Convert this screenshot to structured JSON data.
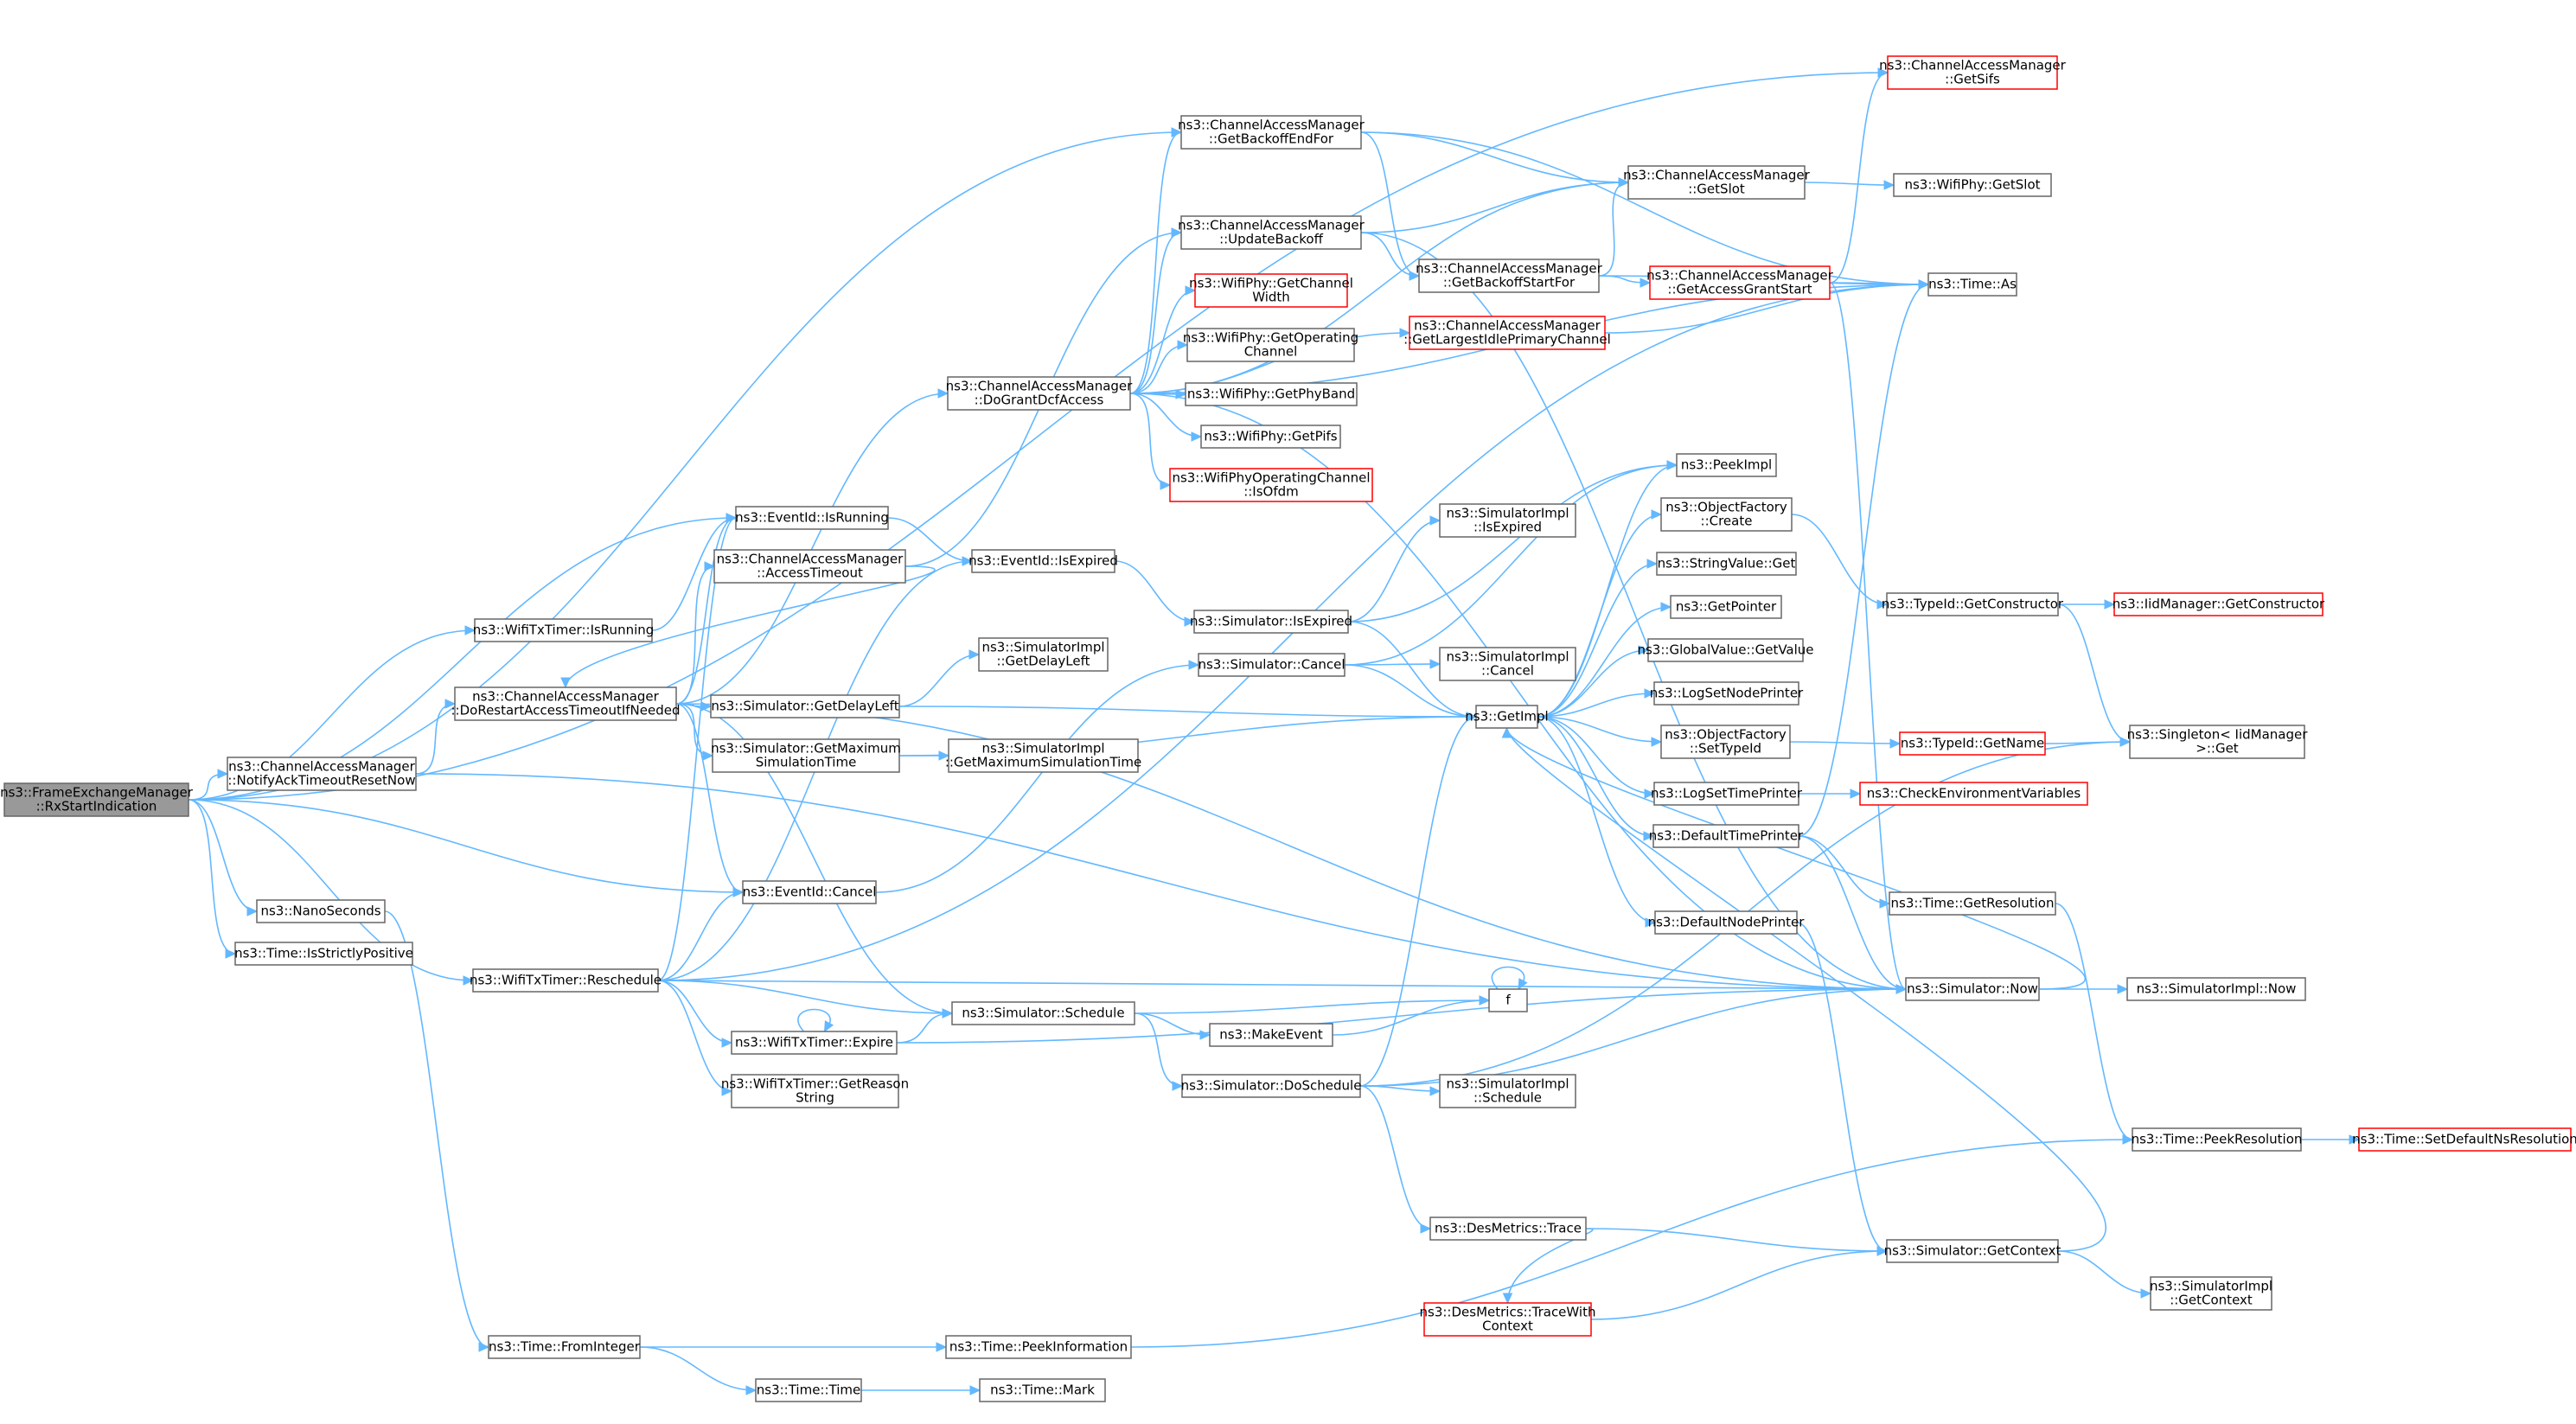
{
  "colors": {
    "edge": "#63b8ff",
    "border": "#666666",
    "truncated_border": "#ff0000",
    "highlight_fill": "#999999"
  },
  "graph": {
    "nodes": [
      {
        "id": "rx",
        "lines": [
          "ns3::FrameExchangeManager",
          "::RxStartIndication"
        ],
        "highlight": true
      },
      {
        "id": "notify",
        "lines": [
          "ns3::ChannelAccessManager",
          "::NotifyAckTimeoutResetNow"
        ]
      },
      {
        "id": "wtIsRunning",
        "lines": [
          "ns3::WifiTxTimer::IsRunning"
        ]
      },
      {
        "id": "nano",
        "lines": [
          "ns3::NanoSeconds"
        ]
      },
      {
        "id": "strictPos",
        "lines": [
          "ns3::Time::IsStrictlyPositive"
        ]
      },
      {
        "id": "doRestart",
        "lines": [
          "ns3::ChannelAccessManager",
          "::DoRestartAccessTimeoutIfNeeded"
        ]
      },
      {
        "id": "reschedule",
        "lines": [
          "ns3::WifiTxTimer::Reschedule"
        ]
      },
      {
        "id": "fromInt",
        "lines": [
          "ns3::Time::FromInteger"
        ]
      },
      {
        "id": "eidRunning",
        "lines": [
          "ns3::EventId::IsRunning"
        ]
      },
      {
        "id": "accessTimeout",
        "lines": [
          "ns3::ChannelAccessManager",
          "::AccessTimeout"
        ]
      },
      {
        "id": "getDelayLeft",
        "lines": [
          "ns3::Simulator::GetDelayLeft"
        ]
      },
      {
        "id": "getMaxSim",
        "lines": [
          "ns3::Simulator::GetMaximum",
          "SimulationTime"
        ]
      },
      {
        "id": "eidCancel",
        "lines": [
          "ns3::EventId::Cancel"
        ]
      },
      {
        "id": "wtExpire",
        "lines": [
          "ns3::WifiTxTimer::Expire"
        ]
      },
      {
        "id": "getReason",
        "lines": [
          "ns3::WifiTxTimer::GetReason",
          "String"
        ]
      },
      {
        "id": "doGrant",
        "lines": [
          "ns3::ChannelAccessManager",
          "::DoGrantDcfAccess"
        ]
      },
      {
        "id": "eidExpired",
        "lines": [
          "ns3::EventId::IsExpired"
        ]
      },
      {
        "id": "implDelayLeft",
        "lines": [
          "ns3::SimulatorImpl",
          "::GetDelayLeft"
        ]
      },
      {
        "id": "implMaxSim",
        "lines": [
          "ns3::SimulatorImpl",
          "::GetMaximumSimulationTime"
        ]
      },
      {
        "id": "schedule",
        "lines": [
          "ns3::Simulator::Schedule"
        ]
      },
      {
        "id": "peekInfo",
        "lines": [
          "ns3::Time::PeekInformation"
        ]
      },
      {
        "id": "timeTime",
        "lines": [
          "ns3::Time::Time"
        ]
      },
      {
        "id": "timeMark",
        "lines": [
          "ns3::Time::Mark"
        ]
      },
      {
        "id": "getBackoffEnd",
        "lines": [
          "ns3::ChannelAccessManager",
          "::GetBackoffEndFor"
        ]
      },
      {
        "id": "updateBackoff",
        "lines": [
          "ns3::ChannelAccessManager",
          "::UpdateBackoff"
        ]
      },
      {
        "id": "getChWidth",
        "lines": [
          "ns3::WifiPhy::GetChannel",
          "Width"
        ],
        "truncated": true
      },
      {
        "id": "getOpCh",
        "lines": [
          "ns3::WifiPhy::GetOperating",
          "Channel"
        ]
      },
      {
        "id": "getPhyBand",
        "lines": [
          "ns3::WifiPhy::GetPhyBand"
        ]
      },
      {
        "id": "getPifs",
        "lines": [
          "ns3::WifiPhy::GetPifs"
        ]
      },
      {
        "id": "isOfdm",
        "lines": [
          "ns3::WifiPhyOperatingChannel",
          "::IsOfdm"
        ],
        "truncated": true
      },
      {
        "id": "simIsExpired",
        "lines": [
          "ns3::Simulator::IsExpired"
        ]
      },
      {
        "id": "simCancel",
        "lines": [
          "ns3::Simulator::Cancel"
        ]
      },
      {
        "id": "makeEvent",
        "lines": [
          "ns3::MakeEvent"
        ]
      },
      {
        "id": "doSchedule",
        "lines": [
          "ns3::Simulator::DoSchedule"
        ]
      },
      {
        "id": "trace",
        "lines": [
          "ns3::DesMetrics::Trace"
        ]
      },
      {
        "id": "backoffStart",
        "lines": [
          "ns3::ChannelAccessManager",
          "::GetBackoffStartFor"
        ]
      },
      {
        "id": "largestIdle",
        "lines": [
          "ns3::ChannelAccessManager",
          "::GetLargestIdlePrimaryChannel"
        ],
        "truncated": true
      },
      {
        "id": "implIsExpired",
        "lines": [
          "ns3::SimulatorImpl",
          "::IsExpired"
        ]
      },
      {
        "id": "implCancel",
        "lines": [
          "ns3::SimulatorImpl",
          "::Cancel"
        ]
      },
      {
        "id": "getImpl",
        "lines": [
          "ns3::GetImpl"
        ]
      },
      {
        "id": "f",
        "lines": [
          "f"
        ]
      },
      {
        "id": "implSchedule",
        "lines": [
          "ns3::SimulatorImpl",
          "::Schedule"
        ]
      },
      {
        "id": "traceWith",
        "lines": [
          "ns3::DesMetrics::TraceWith",
          "Context"
        ],
        "truncated": true
      },
      {
        "id": "getSlot",
        "lines": [
          "ns3::ChannelAccessManager",
          "::GetSlot"
        ]
      },
      {
        "id": "accessGrant",
        "lines": [
          "ns3::ChannelAccessManager",
          "::GetAccessGrantStart"
        ],
        "truncated": true
      },
      {
        "id": "peekImpl",
        "lines": [
          "ns3::PeekImpl"
        ]
      },
      {
        "id": "objCreate",
        "lines": [
          "ns3::ObjectFactory",
          "::Create"
        ]
      },
      {
        "id": "strValGet",
        "lines": [
          "ns3::StringValue::Get"
        ]
      },
      {
        "id": "getPointer",
        "lines": [
          "ns3::GetPointer"
        ]
      },
      {
        "id": "globalGet",
        "lines": [
          "ns3::GlobalValue::GetValue"
        ]
      },
      {
        "id": "logNode",
        "lines": [
          "ns3::LogSetNodePrinter"
        ]
      },
      {
        "id": "objSetType",
        "lines": [
          "ns3::ObjectFactory",
          "::SetTypeId"
        ]
      },
      {
        "id": "logTime",
        "lines": [
          "ns3::LogSetTimePrinter"
        ]
      },
      {
        "id": "defTime",
        "lines": [
          "ns3::DefaultTimePrinter"
        ]
      },
      {
        "id": "defNode",
        "lines": [
          "ns3::DefaultNodePrinter"
        ]
      },
      {
        "id": "getSifs",
        "lines": [
          "ns3::ChannelAccessManager",
          "::GetSifs"
        ],
        "truncated": true
      },
      {
        "id": "phyGetSlot",
        "lines": [
          "ns3::WifiPhy::GetSlot"
        ]
      },
      {
        "id": "timeAs",
        "lines": [
          "ns3::Time::As"
        ]
      },
      {
        "id": "getCtor",
        "lines": [
          "ns3::TypeId::GetConstructor"
        ]
      },
      {
        "id": "typeGetName",
        "lines": [
          "ns3::TypeId::GetName"
        ],
        "truncated": true
      },
      {
        "id": "checkEnv",
        "lines": [
          "ns3::CheckEnvironmentVariables"
        ],
        "truncated": true
      },
      {
        "id": "getRes",
        "lines": [
          "ns3::Time::GetResolution"
        ]
      },
      {
        "id": "simNow",
        "lines": [
          "ns3::Simulator::Now"
        ]
      },
      {
        "id": "simGetCtx",
        "lines": [
          "ns3::Simulator::GetContext"
        ]
      },
      {
        "id": "iidGetCtor",
        "lines": [
          "ns3::IidManager::GetConstructor"
        ],
        "truncated": true
      },
      {
        "id": "singletonGet",
        "lines": [
          "ns3::Singleton< IidManager",
          ">::Get"
        ]
      },
      {
        "id": "implNow",
        "lines": [
          "ns3::SimulatorImpl::Now"
        ]
      },
      {
        "id": "peekRes",
        "lines": [
          "ns3::Time::PeekResolution"
        ]
      },
      {
        "id": "setDefNs",
        "lines": [
          "ns3::Time::SetDefaultNsResolution"
        ],
        "truncated": true
      },
      {
        "id": "implGetCtx",
        "lines": [
          "ns3::SimulatorImpl",
          "::GetContext"
        ]
      }
    ],
    "edges": [
      [
        "rx",
        "notify"
      ],
      [
        "rx",
        "wtIsRunning"
      ],
      [
        "rx",
        "nano"
      ],
      [
        "rx",
        "strictPos"
      ],
      [
        "rx",
        "reschedule"
      ],
      [
        "rx",
        "eidRunning"
      ],
      [
        "rx",
        "eidCancel"
      ],
      [
        "rx",
        "getSifs"
      ],
      [
        "rx",
        "getBackoffEnd"
      ],
      [
        "notify",
        "doRestart"
      ],
      [
        "notify",
        "simNow"
      ],
      [
        "wtIsRunning",
        "eidRunning"
      ],
      [
        "nano",
        "fromInt"
      ],
      [
        "doRestart",
        "eidRunning"
      ],
      [
        "doRestart",
        "accessTimeout"
      ],
      [
        "doRestart",
        "getDelayLeft"
      ],
      [
        "doRestart",
        "getMaxSim"
      ],
      [
        "doRestart",
        "eidCancel"
      ],
      [
        "doRestart",
        "schedule"
      ],
      [
        "doRestart",
        "simNow"
      ],
      [
        "doRestart",
        "doGrant"
      ],
      [
        "reschedule",
        "eidRunning"
      ],
      [
        "reschedule",
        "eidExpired"
      ],
      [
        "reschedule",
        "eidCancel"
      ],
      [
        "reschedule",
        "wtExpire"
      ],
      [
        "reschedule",
        "getReason"
      ],
      [
        "reschedule",
        "schedule"
      ],
      [
        "reschedule",
        "simNow"
      ],
      [
        "reschedule",
        "timeAs"
      ],
      [
        "fromInt",
        "peekInfo"
      ],
      [
        "fromInt",
        "timeTime"
      ],
      [
        "eidRunning",
        "eidExpired"
      ],
      [
        "accessTimeout",
        "doRestart"
      ],
      [
        "accessTimeout",
        "updateBackoff"
      ],
      [
        "getDelayLeft",
        "implDelayLeft"
      ],
      [
        "getDelayLeft",
        "getImpl"
      ],
      [
        "getMaxSim",
        "implMaxSim"
      ],
      [
        "getMaxSim",
        "getImpl"
      ],
      [
        "eidCancel",
        "simCancel"
      ],
      [
        "wtExpire",
        "wtExpire"
      ],
      [
        "wtExpire",
        "schedule"
      ],
      [
        "wtExpire",
        "simNow"
      ],
      [
        "doGrant",
        "getBackoffEnd"
      ],
      [
        "doGrant",
        "updateBackoff"
      ],
      [
        "doGrant",
        "getChWidth"
      ],
      [
        "doGrant",
        "getOpCh"
      ],
      [
        "doGrant",
        "getPhyBand"
      ],
      [
        "doGrant",
        "getPifs"
      ],
      [
        "doGrant",
        "isOfdm"
      ],
      [
        "doGrant",
        "largestIdle"
      ],
      [
        "doGrant",
        "getSlot"
      ],
      [
        "doGrant",
        "simNow"
      ],
      [
        "doGrant",
        "timeAs"
      ],
      [
        "eidExpired",
        "simIsExpired"
      ],
      [
        "schedule",
        "makeEvent"
      ],
      [
        "schedule",
        "doSchedule"
      ],
      [
        "schedule",
        "f"
      ],
      [
        "peekInfo",
        "peekRes"
      ],
      [
        "timeTime",
        "timeMark"
      ],
      [
        "getBackoffEnd",
        "backoffStart"
      ],
      [
        "getBackoffEnd",
        "getSlot"
      ],
      [
        "getBackoffEnd",
        "timeAs"
      ],
      [
        "updateBackoff",
        "backoffStart"
      ],
      [
        "updateBackoff",
        "getSlot"
      ],
      [
        "updateBackoff",
        "simNow"
      ],
      [
        "simIsExpired",
        "implIsExpired"
      ],
      [
        "simIsExpired",
        "getImpl"
      ],
      [
        "simIsExpired",
        "peekImpl"
      ],
      [
        "simCancel",
        "implCancel"
      ],
      [
        "simCancel",
        "getImpl"
      ],
      [
        "simCancel",
        "peekImpl"
      ],
      [
        "makeEvent",
        "f"
      ],
      [
        "doSchedule",
        "implSchedule"
      ],
      [
        "doSchedule",
        "getImpl"
      ],
      [
        "doSchedule",
        "trace"
      ],
      [
        "doSchedule",
        "simNow"
      ],
      [
        "doSchedule",
        "singletonGet"
      ],
      [
        "trace",
        "traceWith"
      ],
      [
        "trace",
        "simGetCtx"
      ],
      [
        "backoffStart",
        "getSlot"
      ],
      [
        "backoffStart",
        "accessGrant"
      ],
      [
        "backoffStart",
        "timeAs"
      ],
      [
        "largestIdle",
        "timeAs"
      ],
      [
        "getImpl",
        "peekImpl"
      ],
      [
        "getImpl",
        "objCreate"
      ],
      [
        "getImpl",
        "strValGet"
      ],
      [
        "getImpl",
        "getPointer"
      ],
      [
        "getImpl",
        "globalGet"
      ],
      [
        "getImpl",
        "logNode"
      ],
      [
        "getImpl",
        "objSetType"
      ],
      [
        "getImpl",
        "logTime"
      ],
      [
        "getImpl",
        "defTime"
      ],
      [
        "getImpl",
        "defNode"
      ],
      [
        "f",
        "f"
      ],
      [
        "traceWith",
        "simGetCtx"
      ],
      [
        "getSlot",
        "phyGetSlot"
      ],
      [
        "accessGrant",
        "getSifs"
      ],
      [
        "accessGrant",
        "timeAs"
      ],
      [
        "accessGrant",
        "simNow"
      ],
      [
        "objCreate",
        "getCtor"
      ],
      [
        "objSetType",
        "typeGetName"
      ],
      [
        "logTime",
        "checkEnv"
      ],
      [
        "defTime",
        "timeAs"
      ],
      [
        "defTime",
        "getRes"
      ],
      [
        "defTime",
        "simNow"
      ],
      [
        "defNode",
        "simGetCtx"
      ],
      [
        "getCtor",
        "iidGetCtor"
      ],
      [
        "getCtor",
        "singletonGet"
      ],
      [
        "typeGetName",
        "singletonGet"
      ],
      [
        "getRes",
        "peekRes"
      ],
      [
        "simNow",
        "implNow"
      ],
      [
        "simNow",
        "getImpl"
      ],
      [
        "simGetCtx",
        "implGetCtx"
      ],
      [
        "simGetCtx",
        "getImpl"
      ],
      [
        "peekRes",
        "setDefNs"
      ]
    ]
  }
}
